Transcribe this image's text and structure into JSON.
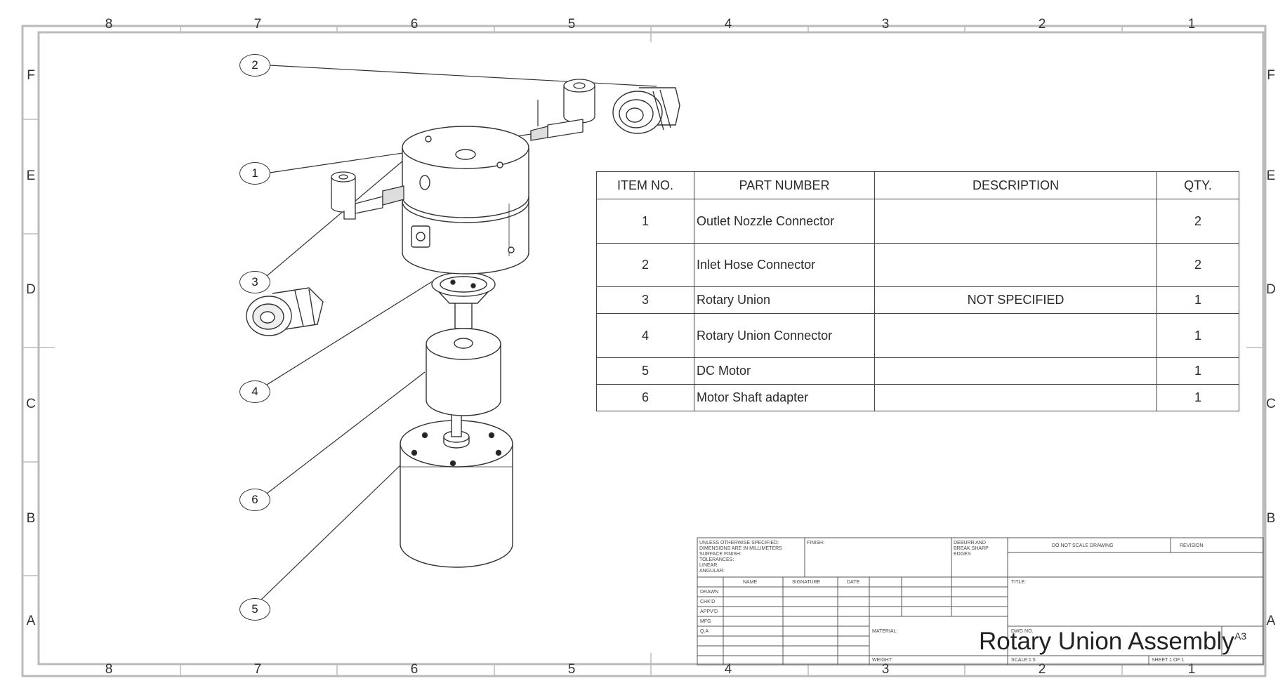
{
  "drawing": {
    "zones": {
      "columns": [
        "8",
        "7",
        "6",
        "5",
        "4",
        "3",
        "2",
        "1"
      ],
      "rows": [
        "F",
        "E",
        "D",
        "C",
        "B",
        "A"
      ]
    },
    "balloons": [
      "2",
      "1",
      "3",
      "4",
      "6",
      "5"
    ],
    "bom": {
      "headers": [
        "ITEM NO.",
        "PART NUMBER",
        "DESCRIPTION",
        "QTY."
      ],
      "rows": [
        {
          "item": "1",
          "part": "Outlet Nozzle Connector",
          "description": "",
          "qty": "2"
        },
        {
          "item": "2",
          "part": "Inlet Hose Connector",
          "description": "",
          "qty": "2"
        },
        {
          "item": "3",
          "part": "Rotary Union",
          "description": "NOT SPECIFIED",
          "qty": "1"
        },
        {
          "item": "4",
          "part": "Rotary Union Connector",
          "description": "",
          "qty": "1"
        },
        {
          "item": "5",
          "part": "DC Motor",
          "description": "",
          "qty": "1"
        },
        {
          "item": "6",
          "part": "Motor Shaft adapter",
          "description": "",
          "qty": "1"
        }
      ]
    },
    "title_block": {
      "notes": "UNLESS OTHERWISE SPECIFIED:\nDIMENSIONS ARE IN MILLIMETERS\nSURFACE FINISH:\nTOLERANCES:\n  LINEAR:\n  ANGULAR:",
      "finish": "FINISH:",
      "deburr": "DEBURR AND\nBREAK SHARP\nEDGES",
      "do_not_scale": "DO NOT SCALE DRAWING",
      "revision": "REVISION",
      "name": "NAME",
      "signature": "SIGNATURE",
      "date": "DATE",
      "roles": [
        "DRAWN",
        "CHK'D",
        "APPV'D",
        "MFG",
        "Q.A"
      ],
      "title_label": "TITLE:",
      "material": "MATERIAL:",
      "dwg_no": "DWG NO.",
      "weight": "WEIGHT:",
      "scale": "SCALE:1:5",
      "sheet": "SHEET 1 OF 1",
      "size": "A3",
      "title": "Rotary Union Assembly"
    }
  }
}
